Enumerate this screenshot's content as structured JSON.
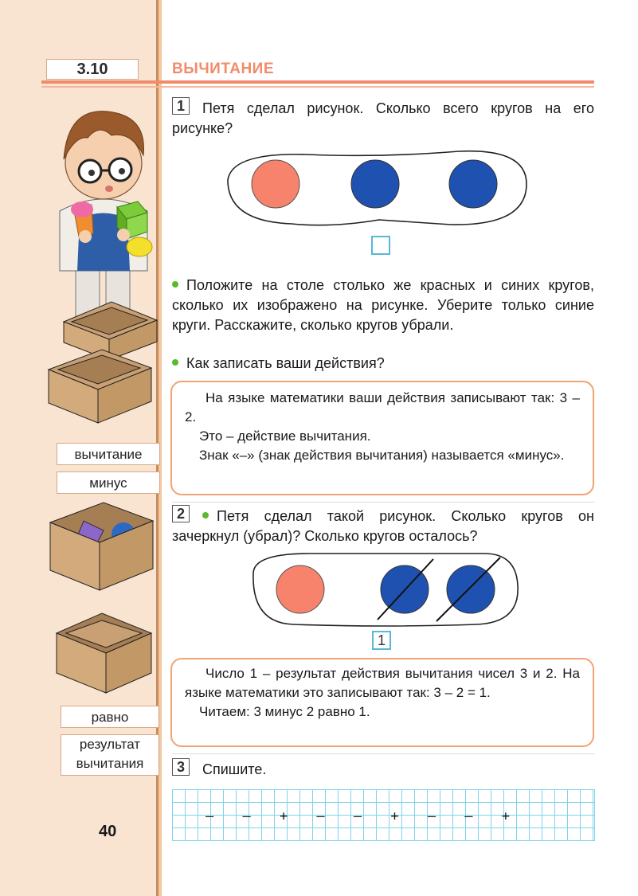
{
  "header": {
    "section_number": "3.10",
    "title": "ВЫЧИТАНИЕ"
  },
  "task1": {
    "number": "1",
    "text": "Петя сделал рисунок. Сколько всего кругов на его рисунке?",
    "circles": [
      "#f7836c",
      "#1f52b0",
      "#1f52b0"
    ],
    "answer": "",
    "bullet1": "Положите на столе столько же красных и синих кругов, сколько их изображено на рисунке. Уберите только синие круги. Расскажите, сколько кругов убрали.",
    "bullet2": "Как записать ваши действия?",
    "rule_line1": "На языке математики ваши действия записывают так: 3 – 2.",
    "rule_line2": "Это – действие вычитания.",
    "rule_line3": "Знак «–» (знак действия вычитания) называется «минус»."
  },
  "task2": {
    "number": "2",
    "text": "Петя сделал такой рисунок. Сколько кругов он зачеркнул (убрал)? Сколько кругов осталось?",
    "answer": "1",
    "rule_line1": "Число 1 – результат действия вычитания чисел 3 и 2. На языке математики это записывают так: 3 – 2 = 1.",
    "rule_line2": "Читаем: 3 минус 2 равно 1."
  },
  "task3": {
    "number": "3",
    "text": "Спишите.",
    "grid_line": "– – + – – + – – +"
  },
  "terms": {
    "term1": "вычитание",
    "term2": "минус",
    "term3": "равно",
    "term4a": "результат",
    "term4b": "вычитания"
  },
  "page_number": "40",
  "colors": {
    "accent": "#f28b6a",
    "red_circle": "#f7836c",
    "blue_circle": "#1f52b0",
    "rule_border": "#f2a373",
    "grid": "#7fd3ea"
  }
}
